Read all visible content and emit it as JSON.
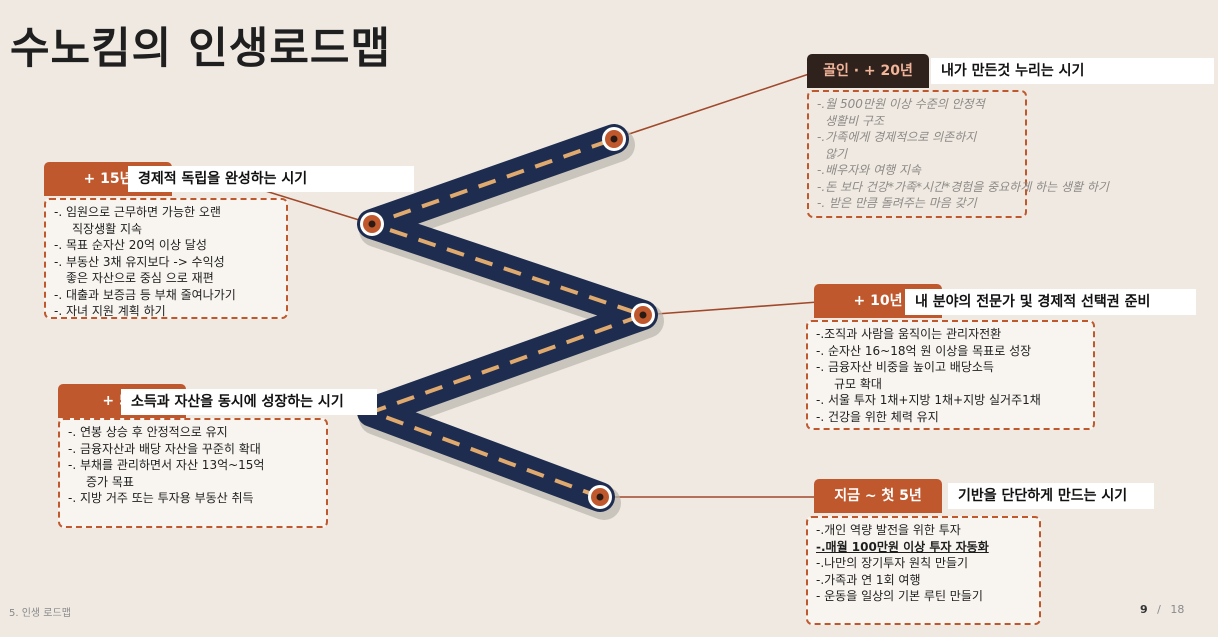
{
  "title": "수노킴의 인생로드맵",
  "footer": {
    "section": "5. 인생 로드맵",
    "page": "9",
    "separator": "/",
    "total": "18"
  },
  "colors": {
    "accent": "#c0582e",
    "road": "#1e2d4f",
    "road_dash": "#e0a96d",
    "dark_tab": "#2f221d"
  },
  "stages": [
    {
      "tab": "지금 ~ 첫 5년",
      "label": "기반을 단단하게 만드는 시기",
      "items": [
        "-.개인 역량 발전을 위한 투자",
        "-.매월 100만원 이상 투자 자동화",
        "-.나만의 장기투자 원칙 만들기",
        "-.가족과 연 1회 여행",
        "- 운동을 일상의 기본 루틴 만들기"
      ]
    },
    {
      "tab": "+ 5년",
      "label": "소득과 자산을 동시에 성장하는 시기",
      "items": [
        "-. 연봉 상승 후 안정적으로 유지",
        "-. 금융자산과 배당 자산을 꾸준히 확대",
        "-. 부채를 관리하면서 자산 13억~15억",
        "증가 목표",
        "-. 지방 거주 또는 투자용 부동산 취득"
      ]
    },
    {
      "tab": "+ 10년",
      "label": "내 분야의 전문가 및 경제적 선택권 준비",
      "items": [
        "-.조직과 사람을 움직이는 관리자전환",
        "-. 순자산 16~18억 원 이상을 목표로 성장",
        "-. 금융자산 비중을 높이고 배당소득",
        "규모 확대",
        "-. 서울 투자 1채+지방 1채+지방 실거주1채",
        "-. 건강을 위한 체력 유지"
      ]
    },
    {
      "tab": "+ 15년",
      "label": "경제적 독립을 완성하는 시기",
      "items": [
        "-. 임원으로 근무하면 가능한 오랜",
        "직장생활 지속",
        "-. 목표 순자산 20억 이상 달성",
        "-. 부동산 3채 유지보다 -> 수익성",
        "좋은 자산으로 중심 으로 재편",
        "-. 대출과 보증금 등 부채 줄여나가기",
        "-. 자녀 지원 계획 하기"
      ]
    },
    {
      "tab": "골인 · + 20년",
      "label": "내가 만든것 누리는 시기",
      "items": [
        "-.월 500만원 이상 수준의 안정적",
        "생활비 구조",
        "-.가족에게 경제적으로 의존하지",
        "않기",
        "-.배우자와 여행 지속",
        "-.돈 보다 건강*가족*시간*경험을 중요하게 하는 생활 하기",
        "-. 받은 만큼 돌려주는 마음 갖기"
      ]
    }
  ]
}
